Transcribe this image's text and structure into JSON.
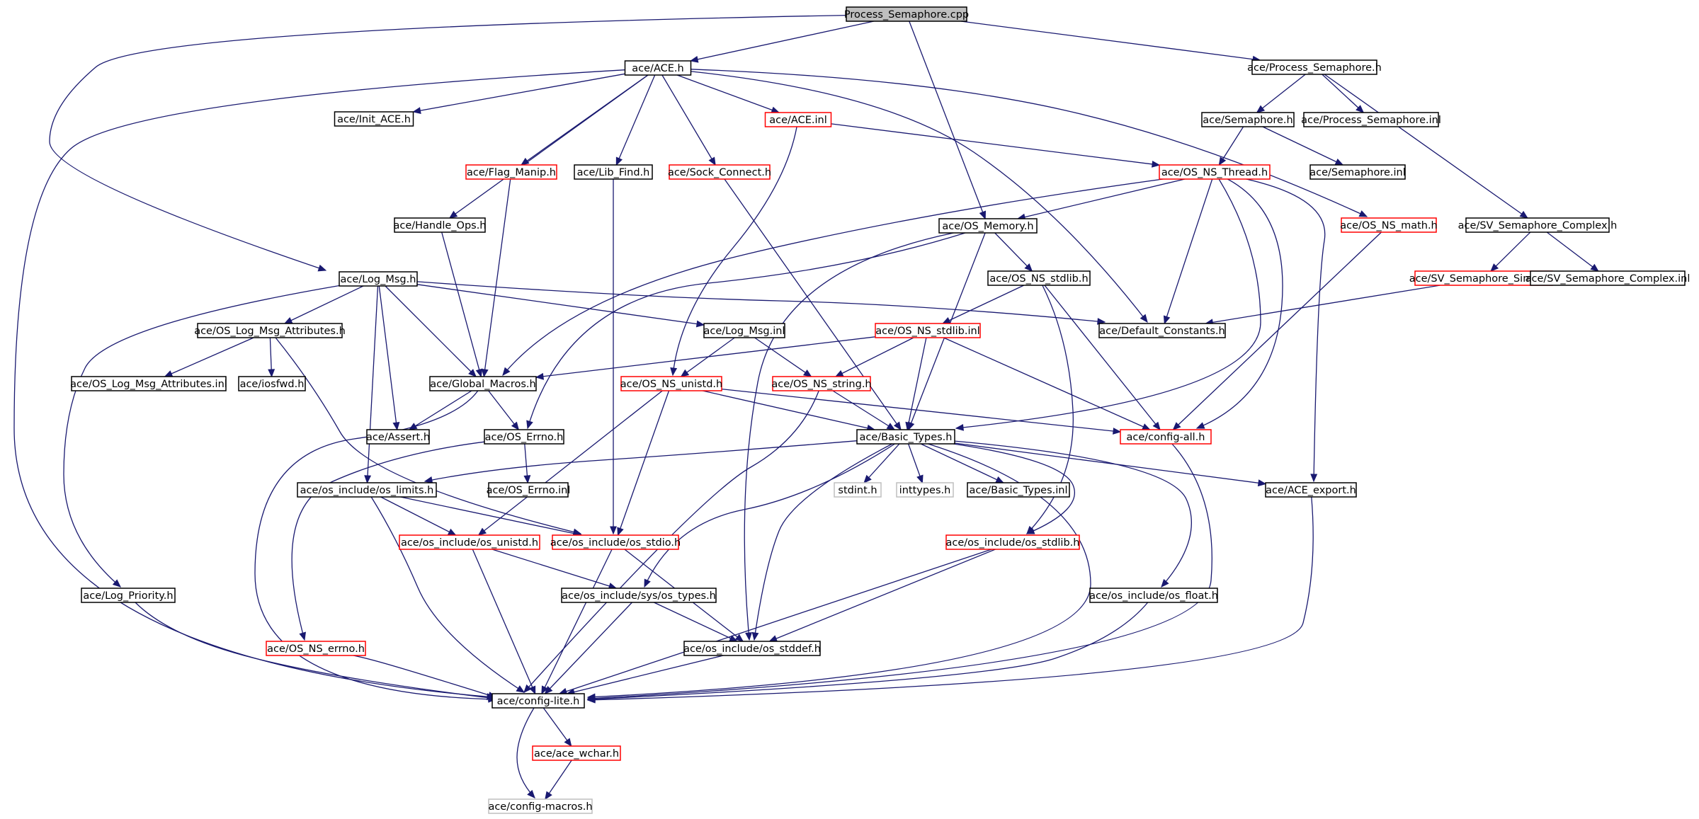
{
  "colors": {
    "edge": "#191970",
    "border_black": "#000000",
    "border_red": "#ff0000",
    "border_gray": "#bfbfbf",
    "root_fill": "#bfbfbf"
  },
  "nodes": [
    {
      "id": "process_semaphore_cpp",
      "label": "Process_Semaphore.cpp",
      "style": "root"
    },
    {
      "id": "ace_h",
      "label": "ace/ACE.h",
      "style": "black"
    },
    {
      "id": "process_semaphore_h",
      "label": "ace/Process_Semaphore.h",
      "style": "black"
    },
    {
      "id": "init_ace_h",
      "label": "ace/Init_ACE.h",
      "style": "black"
    },
    {
      "id": "ace_inl",
      "label": "ace/ACE.inl",
      "style": "red"
    },
    {
      "id": "semaphore_h",
      "label": "ace/Semaphore.h",
      "style": "black"
    },
    {
      "id": "process_semaphore_inl",
      "label": "ace/Process_Semaphore.inl",
      "style": "black"
    },
    {
      "id": "flag_manip_h",
      "label": "ace/Flag_Manip.h",
      "style": "red"
    },
    {
      "id": "lib_find_h",
      "label": "ace/Lib_Find.h",
      "style": "black"
    },
    {
      "id": "sock_connect_h",
      "label": "ace/Sock_Connect.h",
      "style": "red"
    },
    {
      "id": "os_ns_thread_h",
      "label": "ace/OS_NS_Thread.h",
      "style": "red"
    },
    {
      "id": "semaphore_inl",
      "label": "ace/Semaphore.inl",
      "style": "black"
    },
    {
      "id": "handle_ops_h",
      "label": "ace/Handle_Ops.h",
      "style": "black"
    },
    {
      "id": "os_memory_h",
      "label": "ace/OS_Memory.h",
      "style": "black"
    },
    {
      "id": "os_ns_math_h",
      "label": "ace/OS_NS_math.h",
      "style": "red"
    },
    {
      "id": "sv_semaphore_complex_h",
      "label": "ace/SV_Semaphore_Complex.h",
      "style": "black"
    },
    {
      "id": "log_msg_h",
      "label": "ace/Log_Msg.h",
      "style": "black"
    },
    {
      "id": "os_ns_stdlib_h",
      "label": "ace/OS_NS_stdlib.h",
      "style": "black"
    },
    {
      "id": "sv_semaphore_simple_h",
      "label": "ace/SV_Semaphore_Simple.h",
      "style": "red"
    },
    {
      "id": "sv_semaphore_complex_inl",
      "label": "ace/SV_Semaphore_Complex.inl",
      "style": "black"
    },
    {
      "id": "os_log_msg_attributes_h",
      "label": "ace/OS_Log_Msg_Attributes.h",
      "style": "black"
    },
    {
      "id": "log_msg_inl",
      "label": "ace/Log_Msg.inl",
      "style": "black"
    },
    {
      "id": "os_ns_stdlib_inl",
      "label": "ace/OS_NS_stdlib.inl",
      "style": "red"
    },
    {
      "id": "default_constants_h",
      "label": "ace/Default_Constants.h",
      "style": "black"
    },
    {
      "id": "os_log_msg_attributes_inl",
      "label": "ace/OS_Log_Msg_Attributes.inl",
      "style": "black"
    },
    {
      "id": "iosfwd_h",
      "label": "ace/iosfwd.h",
      "style": "black"
    },
    {
      "id": "global_macros_h",
      "label": "ace/Global_Macros.h",
      "style": "black"
    },
    {
      "id": "os_ns_unistd_h",
      "label": "ace/OS_NS_unistd.h",
      "style": "red"
    },
    {
      "id": "os_ns_string_h",
      "label": "ace/OS_NS_string.h",
      "style": "red"
    },
    {
      "id": "assert_h",
      "label": "ace/Assert.h",
      "style": "black"
    },
    {
      "id": "os_errno_h",
      "label": "ace/OS_Errno.h",
      "style": "black"
    },
    {
      "id": "basic_types_h",
      "label": "ace/Basic_Types.h",
      "style": "black"
    },
    {
      "id": "config_all_h",
      "label": "ace/config-all.h",
      "style": "red"
    },
    {
      "id": "os_errno_inl",
      "label": "ace/OS_Errno.inl",
      "style": "black"
    },
    {
      "id": "os_limits_h",
      "label": "ace/os_include/os_limits.h",
      "style": "black"
    },
    {
      "id": "stdint_h",
      "label": "stdint.h",
      "style": "gray"
    },
    {
      "id": "inttypes_h",
      "label": "inttypes.h",
      "style": "gray"
    },
    {
      "id": "basic_types_inl",
      "label": "ace/Basic_Types.inl",
      "style": "black"
    },
    {
      "id": "ace_export_h",
      "label": "ace/ACE_export.h",
      "style": "black"
    },
    {
      "id": "os_unistd_h",
      "label": "ace/os_include/os_unistd.h",
      "style": "red"
    },
    {
      "id": "os_stdio_h",
      "label": "ace/os_include/os_stdio.h",
      "style": "red"
    },
    {
      "id": "os_stdlib_h",
      "label": "ace/os_include/os_stdlib.h",
      "style": "red"
    },
    {
      "id": "log_priority_h",
      "label": "ace/Log_Priority.h",
      "style": "black"
    },
    {
      "id": "os_types_h",
      "label": "ace/os_include/sys/os_types.h",
      "style": "black"
    },
    {
      "id": "os_float_h",
      "label": "ace/os_include/os_float.h",
      "style": "black"
    },
    {
      "id": "os_ns_errno_h",
      "label": "ace/OS_NS_errno.h",
      "style": "red"
    },
    {
      "id": "os_stddef_h",
      "label": "ace/os_include/os_stddef.h",
      "style": "black"
    },
    {
      "id": "config_lite_h",
      "label": "ace/config-lite.h",
      "style": "black"
    },
    {
      "id": "ace_wchar_h",
      "label": "ace/ace_wchar.h",
      "style": "red"
    },
    {
      "id": "config_macros_h",
      "label": "ace/config-macros.h",
      "style": "gray"
    }
  ],
  "edges": [
    [
      "process_semaphore_cpp",
      "ace_h"
    ],
    [
      "process_semaphore_cpp",
      "process_semaphore_h"
    ],
    [
      "process_semaphore_cpp",
      "os_memory_h"
    ],
    [
      "process_semaphore_cpp",
      "log_msg_h"
    ],
    [
      "ace_h",
      "init_ace_h"
    ],
    [
      "ace_h",
      "ace_inl"
    ],
    [
      "ace_h",
      "flag_manip_h"
    ],
    [
      "ace_h",
      "lib_find_h"
    ],
    [
      "ace_h",
      "sock_connect_h"
    ],
    [
      "ace_h",
      "handle_ops_h"
    ],
    [
      "ace_h",
      "os_ns_math_h"
    ],
    [
      "ace_h",
      "default_constants_h"
    ],
    [
      "ace_h",
      "config_lite_h"
    ],
    [
      "process_semaphore_h",
      "semaphore_h"
    ],
    [
      "process_semaphore_h",
      "process_semaphore_inl"
    ],
    [
      "process_semaphore_h",
      "sv_semaphore_complex_h"
    ],
    [
      "semaphore_h",
      "os_ns_thread_h"
    ],
    [
      "semaphore_h",
      "semaphore_inl"
    ],
    [
      "ace_inl",
      "os_ns_thread_h"
    ],
    [
      "ace_inl",
      "os_ns_unistd_h"
    ],
    [
      "flag_manip_h",
      "global_macros_h"
    ],
    [
      "lib_find_h",
      "os_stdio_h"
    ],
    [
      "sock_connect_h",
      "basic_types_h"
    ],
    [
      "handle_ops_h",
      "global_macros_h"
    ],
    [
      "os_ns_thread_h",
      "os_memory_h"
    ],
    [
      "os_ns_thread_h",
      "global_macros_h"
    ],
    [
      "os_ns_thread_h",
      "default_constants_h"
    ],
    [
      "os_ns_thread_h",
      "config_all_h"
    ],
    [
      "os_ns_thread_h",
      "basic_types_h"
    ],
    [
      "os_ns_thread_h",
      "ace_export_h"
    ],
    [
      "os_memory_h",
      "os_ns_stdlib_h"
    ],
    [
      "os_memory_h",
      "os_errno_h"
    ],
    [
      "os_memory_h",
      "basic_types_h"
    ],
    [
      "os_memory_h",
      "os_stddef_h"
    ],
    [
      "os_ns_math_h",
      "config_all_h"
    ],
    [
      "sv_semaphore_complex_h",
      "sv_semaphore_simple_h"
    ],
    [
      "sv_semaphore_complex_h",
      "sv_semaphore_complex_inl"
    ],
    [
      "sv_semaphore_simple_h",
      "default_constants_h"
    ],
    [
      "os_ns_stdlib_h",
      "os_ns_stdlib_inl"
    ],
    [
      "os_ns_stdlib_h",
      "config_all_h"
    ],
    [
      "os_ns_stdlib_h",
      "os_stdlib_h"
    ],
    [
      "os_ns_stdlib_inl",
      "global_macros_h"
    ],
    [
      "os_ns_stdlib_inl",
      "os_ns_string_h"
    ],
    [
      "os_ns_stdlib_inl",
      "basic_types_h"
    ],
    [
      "os_ns_stdlib_inl",
      "config_all_h"
    ],
    [
      "log_msg_h",
      "os_log_msg_attributes_h"
    ],
    [
      "log_msg_h",
      "log_msg_inl"
    ],
    [
      "log_msg_h",
      "global_macros_h"
    ],
    [
      "log_msg_h",
      "default_constants_h"
    ],
    [
      "log_msg_h",
      "assert_h"
    ],
    [
      "log_msg_h",
      "os_limits_h"
    ],
    [
      "log_msg_h",
      "log_priority_h"
    ],
    [
      "os_log_msg_attributes_h",
      "os_log_msg_attributes_inl"
    ],
    [
      "os_log_msg_attributes_h",
      "iosfwd_h"
    ],
    [
      "os_log_msg_attributes_h",
      "os_stdio_h"
    ],
    [
      "log_msg_inl",
      "os_ns_unistd_h"
    ],
    [
      "log_msg_inl",
      "os_ns_string_h"
    ],
    [
      "global_macros_h",
      "assert_h"
    ],
    [
      "global_macros_h",
      "os_errno_h"
    ],
    [
      "global_macros_h",
      "config_lite_h"
    ],
    [
      "os_ns_unistd_h",
      "basic_types_h"
    ],
    [
      "os_ns_unistd_h",
      "config_all_h"
    ],
    [
      "os_ns_unistd_h",
      "os_unistd_h"
    ],
    [
      "os_ns_unistd_h",
      "os_stdio_h"
    ],
    [
      "os_ns_string_h",
      "basic_types_h"
    ],
    [
      "os_ns_string_h",
      "config_lite_h"
    ],
    [
      "os_errno_h",
      "os_errno_inl"
    ],
    [
      "os_errno_h",
      "os_ns_errno_h"
    ],
    [
      "basic_types_h",
      "os_limits_h"
    ],
    [
      "basic_types_h",
      "stdint_h"
    ],
    [
      "basic_types_h",
      "inttypes_h"
    ],
    [
      "basic_types_h",
      "basic_types_inl"
    ],
    [
      "basic_types_h",
      "ace_export_h"
    ],
    [
      "basic_types_h",
      "os_stdlib_h"
    ],
    [
      "basic_types_h",
      "os_types_h"
    ],
    [
      "basic_types_h",
      "os_float_h"
    ],
    [
      "basic_types_h",
      "os_stddef_h"
    ],
    [
      "basic_types_h",
      "config_lite_h"
    ],
    [
      "config_all_h",
      "config_lite_h"
    ],
    [
      "os_limits_h",
      "os_unistd_h"
    ],
    [
      "os_limits_h",
      "os_stdio_h"
    ],
    [
      "os_limits_h",
      "config_lite_h"
    ],
    [
      "os_unistd_h",
      "os_types_h"
    ],
    [
      "os_unistd_h",
      "config_lite_h"
    ],
    [
      "os_stdio_h",
      "os_stddef_h"
    ],
    [
      "os_stdio_h",
      "config_lite_h"
    ],
    [
      "os_stdlib_h",
      "os_stddef_h"
    ],
    [
      "os_stdlib_h",
      "config_lite_h"
    ],
    [
      "os_types_h",
      "os_stddef_h"
    ],
    [
      "os_types_h",
      "config_lite_h"
    ],
    [
      "os_float_h",
      "config_lite_h"
    ],
    [
      "ace_export_h",
      "config_lite_h"
    ],
    [
      "log_priority_h",
      "config_lite_h"
    ],
    [
      "os_ns_errno_h",
      "config_lite_h"
    ],
    [
      "os_stddef_h",
      "config_lite_h"
    ],
    [
      "config_lite_h",
      "ace_wchar_h"
    ],
    [
      "config_lite_h",
      "config_macros_h"
    ],
    [
      "ace_wchar_h",
      "config_macros_h"
    ]
  ]
}
